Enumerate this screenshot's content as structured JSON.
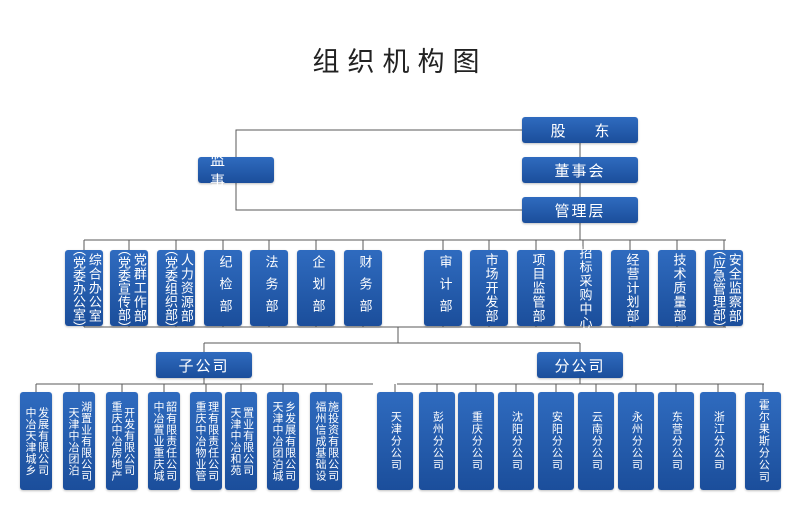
{
  "title": "组织机构图",
  "top": {
    "shareholders": "股 东",
    "supervisor": "监 事",
    "board": "董事会",
    "management": "管理层"
  },
  "departments": [
    {
      "lines": [
        "综合办公室"
      ],
      "note": "（党委办公室）"
    },
    {
      "lines": [
        "党群工作部"
      ],
      "note": "（党委宣传部）"
    },
    {
      "lines": [
        "人力资源部"
      ],
      "note": "（党委组织部）"
    },
    {
      "lines": [
        "纪检部"
      ],
      "note": ""
    },
    {
      "lines": [
        "法务部"
      ],
      "note": ""
    },
    {
      "lines": [
        "企划部"
      ],
      "note": ""
    },
    {
      "lines": [
        "财务部"
      ],
      "note": ""
    },
    {
      "lines": [
        "审计部"
      ],
      "note": ""
    },
    {
      "lines": [
        "市场开发部"
      ],
      "note": ""
    },
    {
      "lines": [
        "项目监管部"
      ],
      "note": ""
    },
    {
      "lines": [
        "招标采购中心"
      ],
      "note": ""
    },
    {
      "lines": [
        "经营计划部"
      ],
      "note": ""
    },
    {
      "lines": [
        "技术质量部"
      ],
      "note": ""
    },
    {
      "lines": [
        "安全监察部"
      ],
      "note": "（应急管理部）"
    }
  ],
  "subsidiaries_label": "子公司",
  "branches_label": "分公司",
  "subsidiaries": [
    {
      "lines": [
        "中冶天津城乡",
        "发展有限公司"
      ]
    },
    {
      "lines": [
        "天津中冶团泊",
        "湖置业有限公司"
      ]
    },
    {
      "lines": [
        "重庆中冶房地产",
        "开发有限公司"
      ]
    },
    {
      "lines": [
        "中冶置业重庆城",
        "韶有限责任公司"
      ]
    },
    {
      "lines": [
        "重庆中冶物业管",
        "理有限责任公司"
      ]
    },
    {
      "lines": [
        "天津中冶和苑",
        "置业有限公司"
      ]
    },
    {
      "lines": [
        "天津中冶团泊城",
        "乡发展有限公司"
      ]
    },
    {
      "lines": [
        "福州信成基础设",
        "施投资有限公司"
      ]
    }
  ],
  "branches": [
    {
      "lines": [
        "天津分公司"
      ]
    },
    {
      "lines": [
        "彭州分公司"
      ]
    },
    {
      "lines": [
        "重庆分公司"
      ]
    },
    {
      "lines": [
        "沈阳分公司"
      ]
    },
    {
      "lines": [
        "安阳分公司"
      ]
    },
    {
      "lines": [
        "云南分公司"
      ]
    },
    {
      "lines": [
        "永州分公司"
      ]
    },
    {
      "lines": [
        "东营分公司"
      ]
    },
    {
      "lines": [
        "浙江分公司"
      ]
    },
    {
      "lines": [
        "霍尔果斯分公司"
      ]
    }
  ],
  "colors": {
    "box": "#1f559f",
    "line": "#5a5a5a",
    "text": "#ffffff"
  }
}
